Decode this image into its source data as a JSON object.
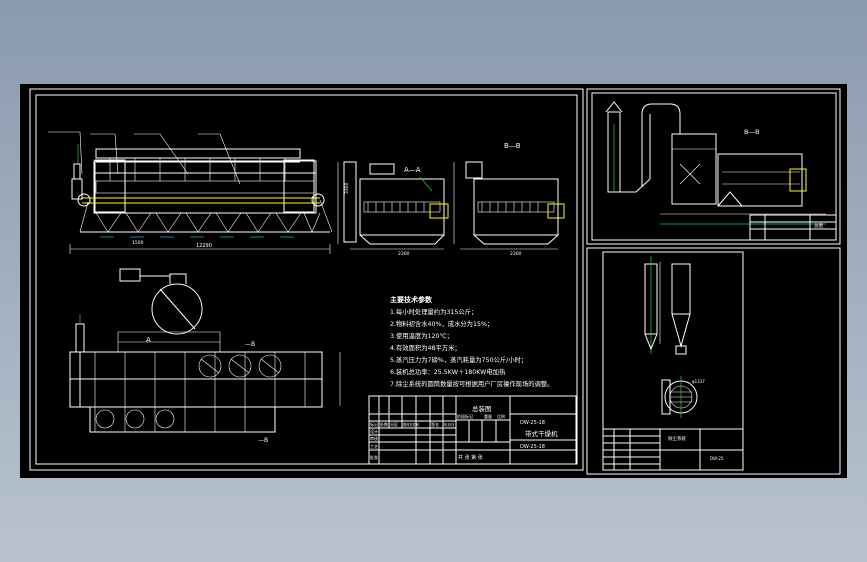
{
  "colors": {
    "page_bg_top": "#8a9aae",
    "sheet_bg": "#000000",
    "line": "#ffffff",
    "accent_yellow": "#ffff00"
  },
  "section_labels": {
    "aa": "A—A",
    "bb": "B—B",
    "bb_side": "B—B",
    "b_top": "—B",
    "b_bottom": "—B",
    "a_mark": "A"
  },
  "tech": {
    "title": "主要技术参数",
    "items": [
      "1.每小时处理量约为315公斤；",
      "2.物料初含水40%，成水分为15%；",
      "3.使用温度为120℃；",
      "4.有效面积为48平方米；",
      "5.蒸汽压力为7磅%，蒸汽耗量为750公斤/小时；",
      "6.装机总功率：25.5KW＋180KW电加热",
      "7.除尘系统的圆筒数量按可根据用户厂房操作现场的调整。"
    ]
  },
  "title_block_main": {
    "drawing_name": "带式干燥机",
    "drawing_no_1": "DW-25-18",
    "drawing_no_2": "DW-25-18",
    "assembly": "总装图",
    "small_labels": [
      "标记",
      "处数",
      "分区",
      "更改文件号",
      "签名",
      "年月日"
    ],
    "rows": [
      "设计",
      "审核",
      "工艺",
      "批准"
    ],
    "stage_labels": [
      "阶段标记",
      "重量",
      "比例"
    ],
    "sheet": "共 张 第 张"
  },
  "title_block_right_top": {
    "label": "总图"
  },
  "title_block_right_bottom": {
    "label": "除尘系统",
    "no": "DW-25"
  },
  "dims": {
    "total_length": "12290",
    "segment": "1500",
    "aa_width": "2300",
    "bb_width": "2300",
    "height": "3300",
    "cyclone_dia": "φ1337"
  }
}
